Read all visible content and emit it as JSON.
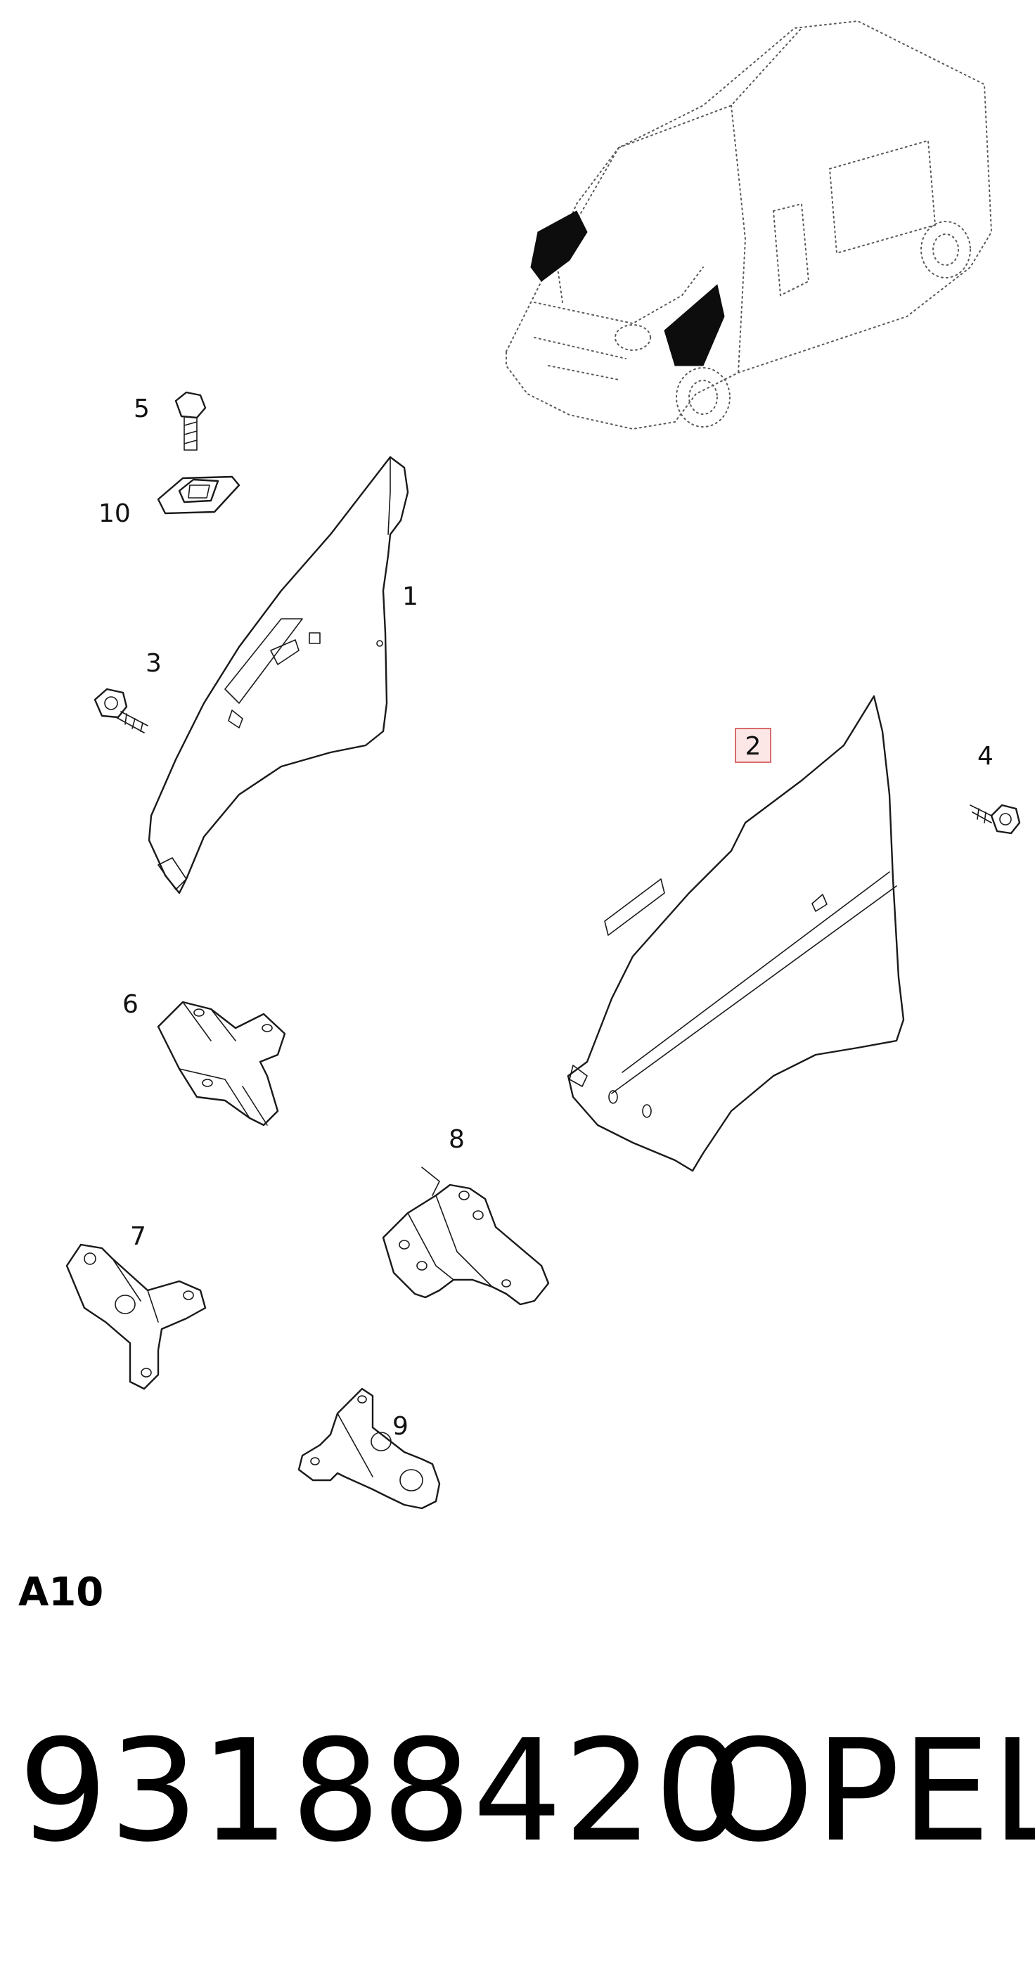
{
  "diagram": {
    "callouts": [
      {
        "id": "c1",
        "text": "1"
      },
      {
        "id": "c2",
        "text": "2",
        "highlighted": true
      },
      {
        "id": "c3",
        "text": "3"
      },
      {
        "id": "c4",
        "text": "4"
      },
      {
        "id": "c5",
        "text": "5"
      },
      {
        "id": "c6",
        "text": "6"
      },
      {
        "id": "c7",
        "text": "7"
      },
      {
        "id": "c8",
        "text": "8"
      },
      {
        "id": "c9",
        "text": "9"
      },
      {
        "id": "c10",
        "text": "10"
      }
    ],
    "highlight_color": "#fde6e6",
    "highlight_border": "#d86b6b"
  },
  "footer": {
    "section_code": "A10",
    "part_number": "93188420",
    "brand": "OPEL"
  }
}
